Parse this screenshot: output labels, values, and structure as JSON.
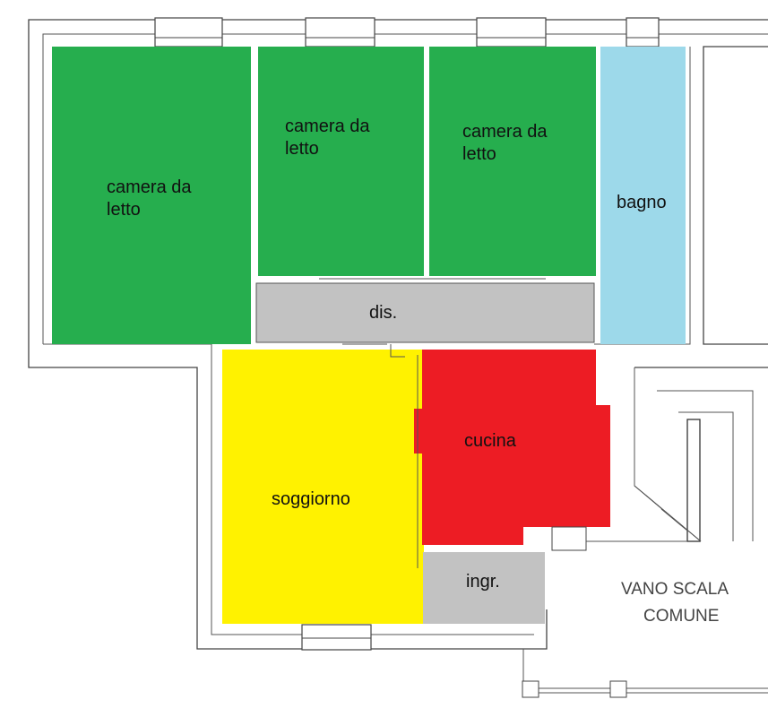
{
  "colors": {
    "bedroom": "#26AE4E",
    "bathroom": "#9DD9EA",
    "corridor": "#C2C2C2",
    "living": "#FFF200",
    "kitchen": "#ED1C24",
    "wall": "#444444"
  },
  "rooms": {
    "bedroom_1": {
      "label_line1": "camera da",
      "label_line2": "letto"
    },
    "bedroom_2": {
      "label_line1": "camera da",
      "label_line2": "letto"
    },
    "bedroom_3": {
      "label_line1": "camera da",
      "label_line2": "letto"
    },
    "bathroom": {
      "label": "bagno"
    },
    "corridor": {
      "label": "dis."
    },
    "living": {
      "label": "soggiorno"
    },
    "kitchen": {
      "label": "cucina"
    },
    "entrance": {
      "label": "ingr."
    }
  },
  "stairwell": {
    "label_line1": "VANO SCALA",
    "label_line2": "COMUNE"
  }
}
